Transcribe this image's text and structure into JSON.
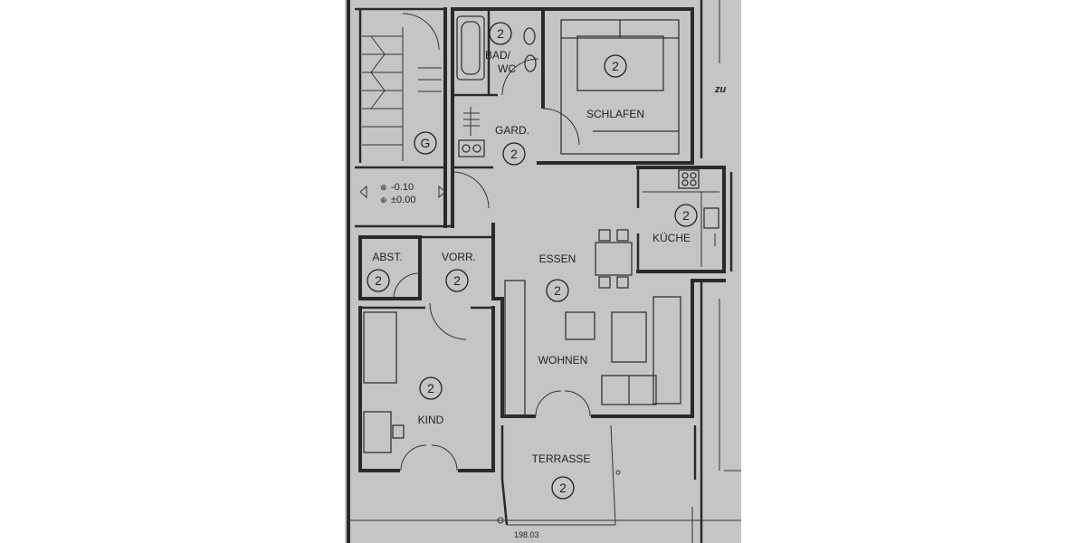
{
  "plan": {
    "scale_marker": "198.03",
    "zu_note": "zu",
    "stair_room": {
      "label": "G"
    },
    "level_lower": "-0.10",
    "level_zero": "±0.00",
    "rooms": [
      {
        "id": "bad-wc",
        "label_line1": "BAD/",
        "label_line2": "WC",
        "number": "2"
      },
      {
        "id": "schlafen",
        "label": "SCHLAFEN",
        "number": "2"
      },
      {
        "id": "gard",
        "label": "GARD.",
        "number": "2"
      },
      {
        "id": "kueche",
        "label": "KÜCHE",
        "number": "2"
      },
      {
        "id": "abst",
        "label": "ABST.",
        "number": "2"
      },
      {
        "id": "vorr",
        "label": "VORR.",
        "number": "2"
      },
      {
        "id": "essen",
        "label": "ESSEN",
        "number": "2"
      },
      {
        "id": "wohnen",
        "label": "WOHNEN",
        "number": ""
      },
      {
        "id": "kind",
        "label": "KIND",
        "number": "2"
      },
      {
        "id": "terrasse",
        "label": "TERRASSE",
        "number": "2"
      }
    ]
  }
}
